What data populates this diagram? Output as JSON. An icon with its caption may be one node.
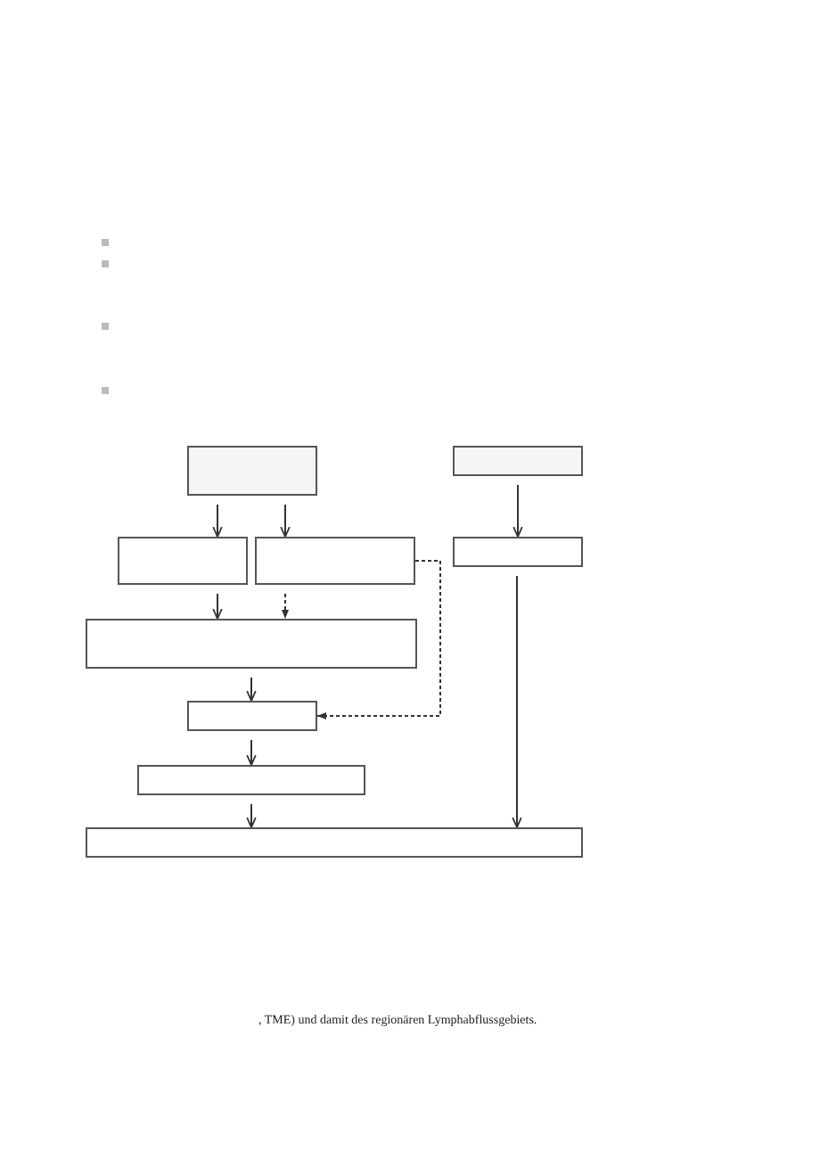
{
  "diagram": {
    "nodes": [
      {
        "text": [],
        "shape": "box"
      },
      {
        "text": [],
        "shape": "box"
      },
      {
        "text": [],
        "shape": "box"
      },
      {
        "text": [],
        "shape": "box"
      },
      {
        "text": [],
        "shape": "box"
      },
      {
        "text": [],
        "shape": "box"
      },
      {
        "text": [],
        "shape": "box"
      },
      {
        "text": [],
        "shape": "box"
      },
      {
        "text": [],
        "shape": "box"
      }
    ],
    "edges": [
      {
        "from": 0,
        "to": 2,
        "arrow": "to"
      },
      {
        "from": 0,
        "to": 3,
        "arrow": "to"
      },
      {
        "from": 1,
        "to": 4,
        "arrow": "to"
      },
      {
        "from": 2,
        "to": 5,
        "arrow": "to"
      },
      {
        "from": 3,
        "to": 5,
        "arrow": "to",
        "style": "dashed"
      },
      {
        "from": 3,
        "to": 6,
        "arrow": "to",
        "style": "dashed"
      },
      {
        "from": 5,
        "to": 6,
        "arrow": "to"
      },
      {
        "from": 6,
        "to": 7,
        "arrow": "to"
      },
      {
        "from": 7,
        "to": 8,
        "arrow": "to"
      },
      {
        "from": 4,
        "to": 8,
        "arrow": "to"
      }
    ],
    "labels": [
      ", TME) und damit des regionären Lymphabflussgebiets."
    ]
  }
}
